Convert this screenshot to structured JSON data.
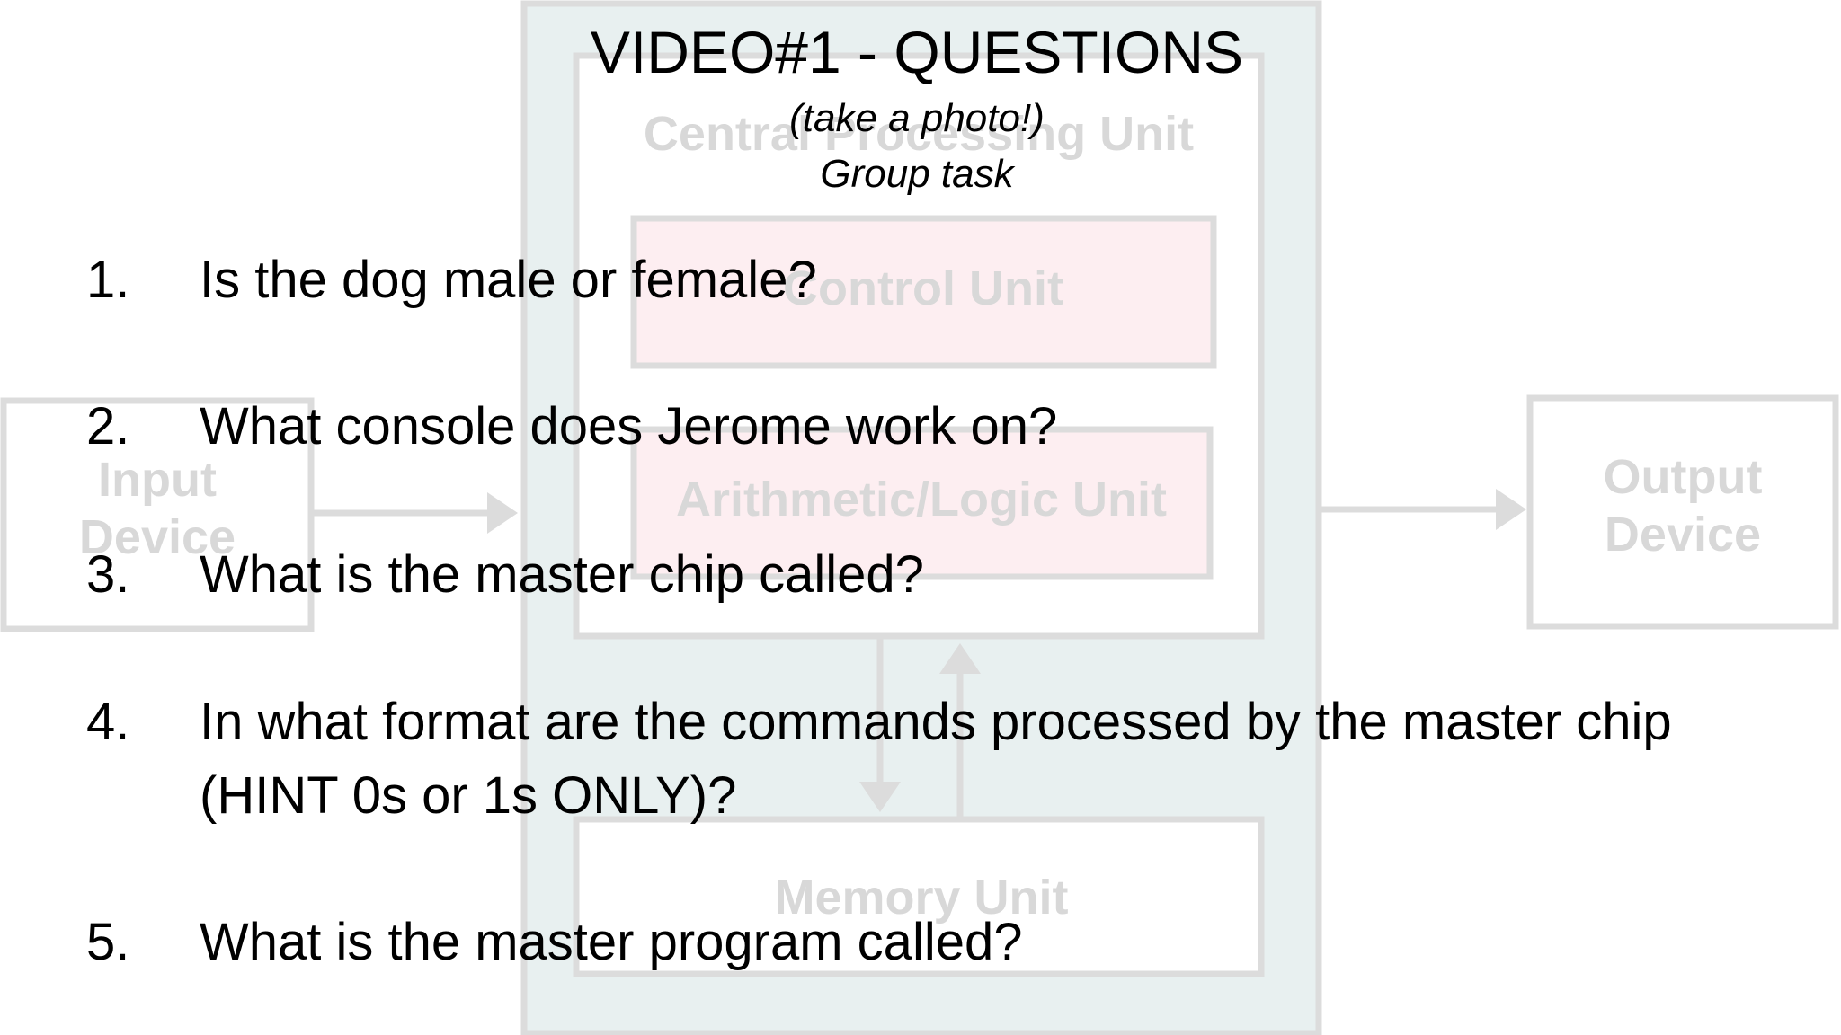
{
  "slide": {
    "title": "VIDEO#1 - QUESTIONS",
    "subtitle_line1": "(take a photo!)",
    "subtitle_line2": "Group task"
  },
  "questions": [
    {
      "number": "1.",
      "text": "Is the dog male or female?"
    },
    {
      "number": "2.",
      "text": "What console does Jerome work on?"
    },
    {
      "number": "3.",
      "text": "What is the master chip called?"
    },
    {
      "number": "4.",
      "text": "In what format are the commands processed by the master chip (HINT 0s or 1s ONLY)?"
    },
    {
      "number": "5.",
      "text": "What is the master program called?"
    }
  ],
  "diagram": {
    "cpu_label": "Central Processing Unit",
    "control_unit_label": "Control Unit",
    "alu_label": "Arithmetic/Logic Unit",
    "memory_unit_label": "Memory Unit",
    "input_label_line1": "Input",
    "input_label_line2": "Device",
    "output_label_line1": "Output",
    "output_label_line2": "Device",
    "colors": {
      "outer_fill": "#e8f0f0",
      "inner_fill": "#ffffff",
      "unit_fill": "#fdeef1",
      "stroke": "#dcdcdc",
      "text": "#d8d8d8"
    }
  }
}
